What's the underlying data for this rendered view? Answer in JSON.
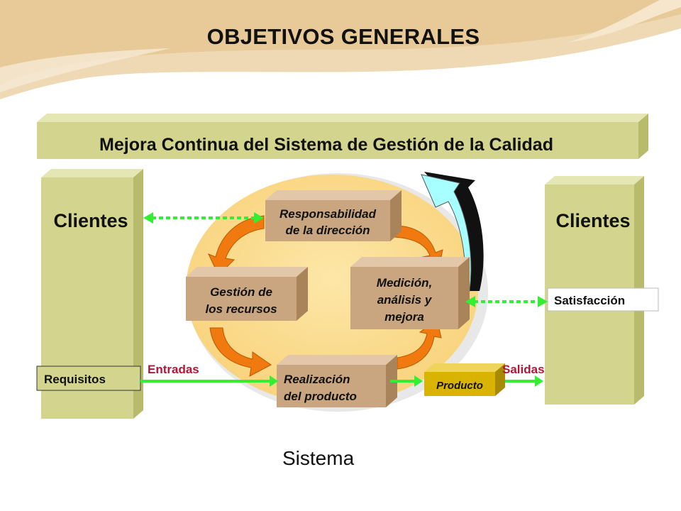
{
  "slide": {
    "title": "OBJETIVOS GENERALES",
    "caption": "Sistema"
  },
  "diagram": {
    "banner": "Mejora Continua del Sistema de Gestión de la Calidad",
    "left_column": "Clientes",
    "right_column": "Clientes",
    "process_responsabilidad": [
      "Responsabilidad",
      "de la dirección"
    ],
    "process_gestion": [
      "Gestión de",
      "los recursos"
    ],
    "process_medicion": [
      "Medición,",
      "análisis y",
      "mejora"
    ],
    "process_realizacion": [
      "Realización",
      "del producto"
    ],
    "product": "Producto",
    "requisitos": "Requisitos",
    "satisfaccion": "Satisfacción",
    "entradas": "Entradas",
    "salidas": "Salidas"
  },
  "colors": {
    "column": "#d3d58e",
    "column_dark": "#b9bb6c",
    "box_front": "#c9a680",
    "box_top": "#e2c8a8",
    "box_side": "#a9845a",
    "ellipse": "#fbdc8e",
    "orange_arrow": "#f07a10",
    "teal_arrow": "#a8ffff",
    "green_arrow": "#33ee33",
    "red_label": "#b01838",
    "product": "#d8b400"
  }
}
